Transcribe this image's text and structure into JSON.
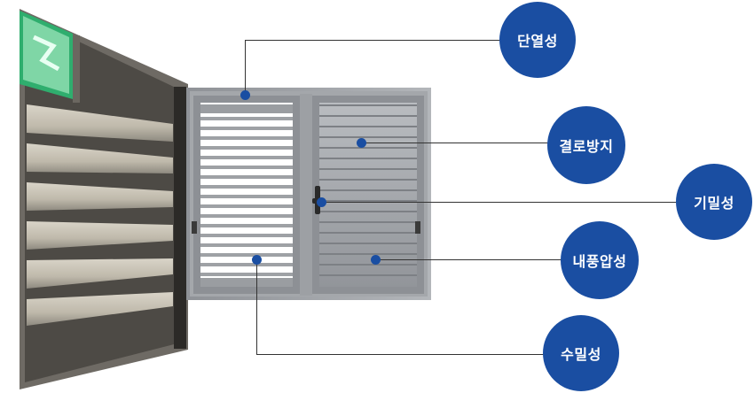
{
  "callouts": [
    {
      "id": "insulation",
      "label": "단열성"
    },
    {
      "id": "condensation",
      "label": "결로방지"
    },
    {
      "id": "airtight",
      "label": "기밀성"
    },
    {
      "id": "wind",
      "label": "내풍압성"
    },
    {
      "id": "watertight",
      "label": "수밀성"
    }
  ],
  "colors": {
    "accent": "#1a4ea2",
    "frame": "#9b9ea2",
    "slat": "#a9acb0",
    "line": "#333333"
  }
}
